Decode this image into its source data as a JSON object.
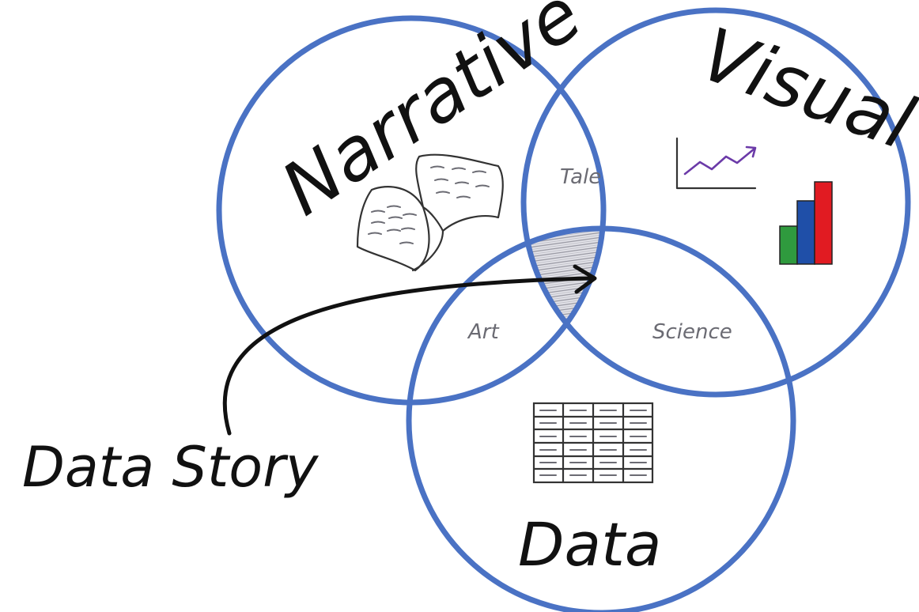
{
  "diagram": {
    "sets": [
      {
        "key": "narrative",
        "label": "Narrative"
      },
      {
        "key": "visual",
        "label": "Visual"
      },
      {
        "key": "data",
        "label": "Data"
      }
    ],
    "intersections": [
      {
        "key": "narrative_visual",
        "label": "Tale"
      },
      {
        "key": "narrative_data",
        "label": "Art"
      },
      {
        "key": "visual_data",
        "label": "Science"
      }
    ],
    "center_callout": {
      "label": "Data Story"
    }
  },
  "colors": {
    "circle_stroke": "#4a72c4",
    "trend_line": "#6b3aa8",
    "bar_green": "#2f9a3e",
    "bar_blue": "#1f4fa8",
    "bar_red": "#e11b22"
  },
  "icons": {
    "narrative": "open-book-icon",
    "visual_line": "line-chart-icon",
    "visual_bar": "bar-chart-icon",
    "data": "table-grid-icon"
  }
}
